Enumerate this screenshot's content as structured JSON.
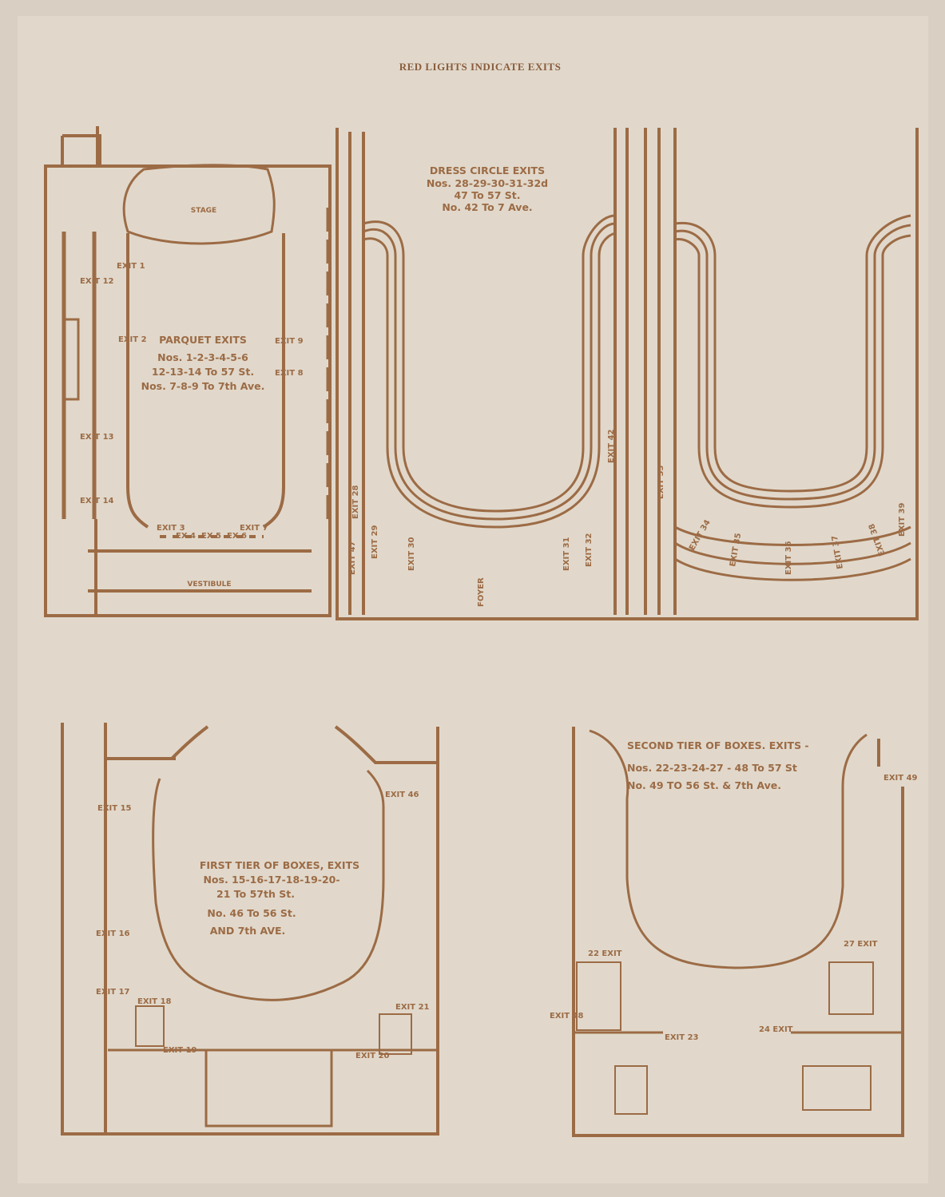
{
  "header": "RED LIGHTS INDICATE EXITS",
  "colors": {
    "paper": "#e1d8cb",
    "ink": "#9c6b45"
  },
  "parquet": {
    "stage": "STAGE",
    "vestibule": "VESTIBULE",
    "title": "PARQUET EXITS",
    "lines": [
      "Nos. 1-2-3-4-5-6",
      "12-13-14 To 57 St.",
      "Nos. 7-8-9 To 7th Ave."
    ],
    "exits": [
      "EXIT 1",
      "EXIT 2",
      "EXIT 3",
      "EX 4",
      "EX 5",
      "EX 6",
      "EXIT 7",
      "EXIT 8",
      "EXIT 9",
      "EXIT 12",
      "EXIT 13",
      "EXIT 14"
    ]
  },
  "dress_circle": {
    "title": "DRESS CIRCLE EXITS",
    "lines": [
      "Nos. 28-29-30-31-32d",
      "47 To 57 St.",
      "No. 42 To 7 Ave."
    ],
    "foyer": "FOYER",
    "exits": [
      "EXIT 28",
      "EXIT 29",
      "EXIT 30",
      "EXIT 31",
      "EXIT 32",
      "EXIT 47",
      "EXIT 42",
      "EXIT 33",
      "EXIT 34",
      "EXIT 35",
      "EXIT 36",
      "EXIT 37",
      "EXIT 38",
      "EXIT 39"
    ]
  },
  "first_tier": {
    "title": "FIRST TIER OF BOXES, EXITS",
    "lines": [
      "Nos. 15-16-17-18-19-20-",
      "21 To 57th St.",
      "No. 46 To 56 St.",
      "AND 7th AVE."
    ],
    "exits": [
      "EXIT 15",
      "EXIT 16",
      "EXIT 17",
      "EXIT 18",
      "EXIT 19",
      "EXIT 20",
      "EXIT 21",
      "EXIT 46"
    ]
  },
  "second_tier": {
    "title": "SECOND TIER OF BOXES. EXITS -",
    "lines": [
      "Nos. 22-23-24-27 - 48 To 57 St",
      "No. 49 TO 56 St. & 7th Ave."
    ],
    "exits": [
      "22 EXIT",
      "27 EXIT",
      "EXIT 48",
      "EXIT 49",
      "EXIT 23",
      "24 EXIT"
    ]
  }
}
